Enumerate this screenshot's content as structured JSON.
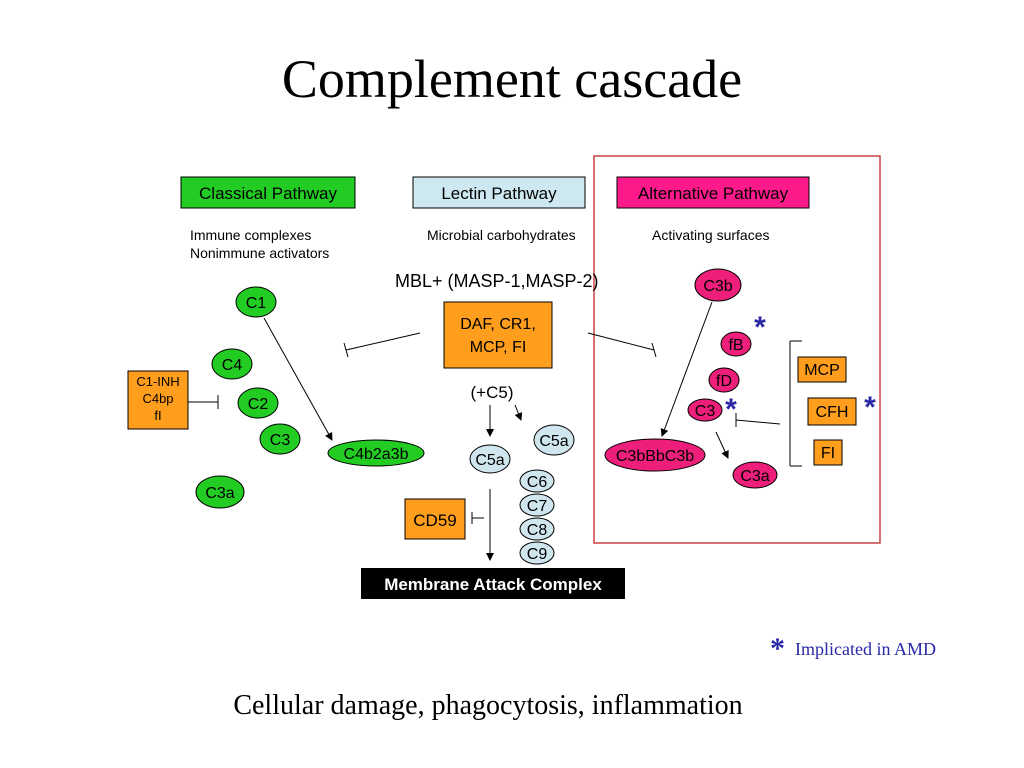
{
  "title": "Complement cascade",
  "pathways": {
    "classical": {
      "label": "Classical Pathway",
      "desc1": "Immune complexes",
      "desc2": "Nonimmune activators",
      "color": "#22cc22"
    },
    "lectin": {
      "label": "Lectin Pathway",
      "desc1": "Microbial carbohydrates",
      "mbl": "MBL+ (MASP-1,MASP-2)",
      "color": "#cde8f0"
    },
    "alternative": {
      "label": "Alternative Pathway",
      "desc1": "Activating surfaces",
      "color": "#ff1a8c"
    }
  },
  "classical_nodes": {
    "c1": "C1",
    "c4": "C4",
    "c2": "C2",
    "c3": "C3",
    "c3a": "C3a",
    "c4b2a3b": "C4b2a3b"
  },
  "regulator_left": {
    "line1": "C1-INH",
    "line2": "C4bp",
    "line3": "fI"
  },
  "regulator_center": {
    "line1": "DAF, CR1,",
    "line2": "MCP, FI"
  },
  "center_nodes": {
    "plus_c5": "(+C5)",
    "c5a_left": "C5a",
    "c5a_right": "C5a",
    "c6": "C6",
    "c7": "C7",
    "c8": "C8",
    "c9": "C9",
    "cd59": "CD59"
  },
  "mac": "Membrane Attack Complex",
  "alternative_nodes": {
    "c3b": "C3b",
    "fb": "fB",
    "fd": "fD",
    "c3": "C3",
    "c3bbbc3b": "C3bBbC3b",
    "c3a": "C3a"
  },
  "alt_regulators": {
    "mcp": "MCP",
    "cfh": "CFH",
    "fi": "FI"
  },
  "amd_marker": "*",
  "legend": {
    "star": "*",
    "text": "Implicated in AMD"
  },
  "caption": "Cellular damage, phagocytosis, inflammation",
  "colors": {
    "orange": "#ff9d1c",
    "green": "#22cc22",
    "pink": "#ee1f7a",
    "light_blue": "#cfe6ee",
    "frame_red": "#cc4444",
    "amd_blue": "#2929a8"
  }
}
